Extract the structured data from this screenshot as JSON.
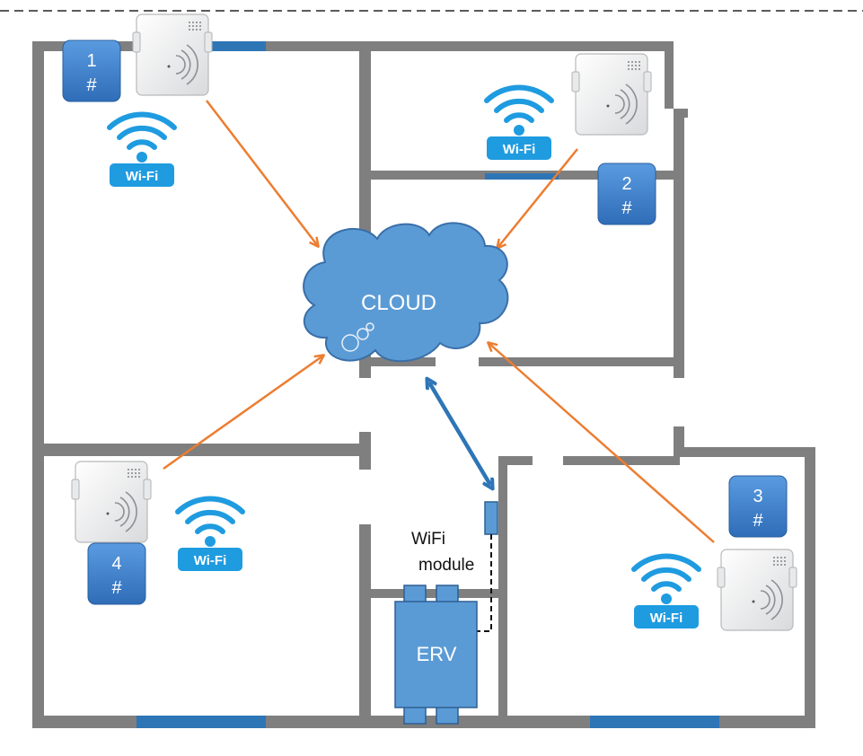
{
  "cloud": {
    "label": "CLOUD"
  },
  "erv": {
    "label": "ERV"
  },
  "wifi_module": {
    "line1": "WiFi",
    "line2": "module"
  },
  "controllers": [
    {
      "number": "1",
      "symbol": "#"
    },
    {
      "number": "2",
      "symbol": "#"
    },
    {
      "number": "3",
      "symbol": "#"
    },
    {
      "number": "4",
      "symbol": "#"
    }
  ],
  "wifi_badge": {
    "label": "Wi-Fi"
  },
  "colors": {
    "wall": "#7f7f7f",
    "window": "#2e75b6",
    "cloud_fill": "#5b9bd5",
    "cloud_stroke": "#3a6fa8",
    "badge_fill": "#3f7fc6",
    "wifi_blue": "#1f9be0",
    "arrow_orange": "#ed7d31",
    "link_blue": "#2e75b6"
  }
}
